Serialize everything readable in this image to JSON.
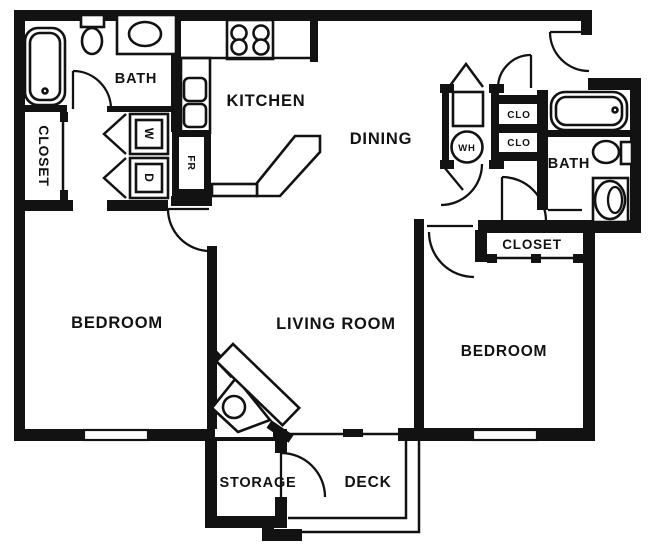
{
  "title": "Two-bedroom apartment floor plan",
  "colors": {
    "line": "#121212",
    "background": "#ffffff"
  },
  "rooms": {
    "bath_left": "BATH",
    "closet_left": "CLOSET",
    "kitchen": "KITCHEN",
    "dining": "DINING",
    "bedroom_left": "BEDROOM",
    "living_room": "LIVING ROOM",
    "bedroom_right": "BEDROOM",
    "bath_right": "BATH",
    "closet_right": "CLOSET",
    "storage": "STORAGE",
    "deck": "DECK"
  },
  "appliances": {
    "washer": "W",
    "dryer": "D",
    "fridge": "FR",
    "water_heater": "WH",
    "closet_upper": "CLO",
    "closet_lower": "CLO"
  },
  "fixtures": [
    "bathtub-icon",
    "toilet-icon",
    "sink-icon",
    "double-sink-icon",
    "stove-icon",
    "fireplace-icon",
    "door-arc-icon",
    "bifold-door-icon",
    "window-icon",
    "water-heater-icon",
    "deck-railing-icon",
    "kitchen-peninsula-icon"
  ]
}
